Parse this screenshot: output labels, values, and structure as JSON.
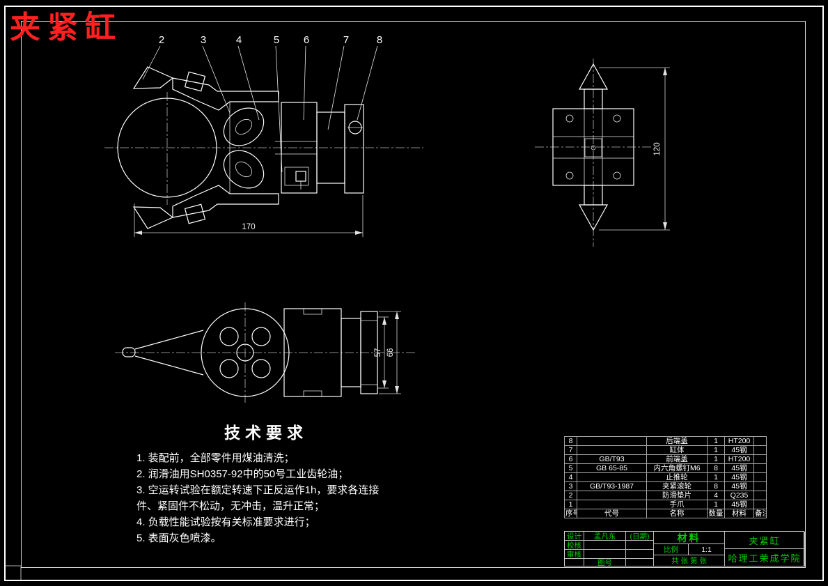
{
  "sheet_title": "夹紧缸",
  "views": {
    "callouts": [
      "2",
      "3",
      "4",
      "5",
      "6",
      "7",
      "8"
    ],
    "dims": {
      "main_width": "170",
      "side_height": "120",
      "bottom_inner": "57",
      "bottom_outer": "66"
    }
  },
  "tech": {
    "heading": "技术要求",
    "items": [
      "1. 装配前，全部零件用煤油清洗；",
      "2. 润滑油用SH0357-92中的50号工业齿轮油；",
      "3. 空运转试验在额定转速下正反运作1h，要求各连接件、紧固件不松动，无冲击，温升正常；",
      "4. 负载性能试验按有关标准要求进行；",
      "5. 表面灰色喷漆。"
    ]
  },
  "bom": {
    "headers": [
      "序号",
      "代号",
      "名称",
      "数量",
      "材料",
      "备注"
    ],
    "rows": [
      [
        "8",
        "",
        "后端盖",
        "1",
        "HT200",
        ""
      ],
      [
        "7",
        "",
        "缸体",
        "1",
        "45钢",
        ""
      ],
      [
        "6",
        "GB/T93",
        "前端盖",
        "1",
        "HT200",
        ""
      ],
      [
        "5",
        "GB 65-85",
        "内六角螺钉M6",
        "8",
        "45钢",
        ""
      ],
      [
        "4",
        "",
        "止推轮",
        "1",
        "45钢",
        ""
      ],
      [
        "3",
        "GB/T93-1987",
        "夹紧滚轮",
        "8",
        "45钢",
        ""
      ],
      [
        "2",
        "",
        "防滑垫片",
        "4",
        "Q235",
        ""
      ],
      [
        "1",
        "",
        "手爪",
        "1",
        "45钢",
        ""
      ]
    ]
  },
  "title_block": {
    "design_label": "设计",
    "designer": "孟凡东",
    "date": "(日期)",
    "check_label": "校核",
    "audit_label": "审核",
    "drawing_no_label": "图号",
    "material_label": "材料",
    "scale_label": "比例",
    "scale": "1:1",
    "sheets": "共 张 第 张",
    "part_name": "夹紧缸",
    "school": "哈理工荣成学院"
  },
  "colors": {
    "accent_green": "#00d200",
    "title_red": "#ff2020",
    "line_white": "#ffffff"
  }
}
